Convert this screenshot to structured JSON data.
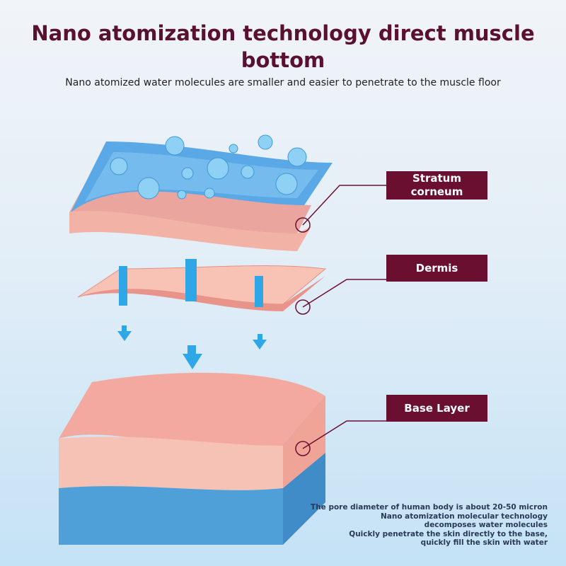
{
  "title": "Nano atomization technology direct muscle bottom",
  "subtitle": "Nano atomized water molecules are smaller and easier to penetrate to the muscle floor",
  "labels": {
    "stratum": "Stratum corneum",
    "dermis": "Dermis",
    "base": "Base Layer"
  },
  "notes": [
    "The pore diameter of human body is about 20-50 micron",
    "Nano atomization molecular technology",
    "decomposes water molecules",
    "Quickly penetrate the skin directly to the base,",
    "quickly fill the skin with water"
  ],
  "colors": {
    "label_bg": "#6b0f30",
    "title": "#5a1030",
    "water": "#4fb3e8",
    "skin": "#f4b3a8"
  }
}
